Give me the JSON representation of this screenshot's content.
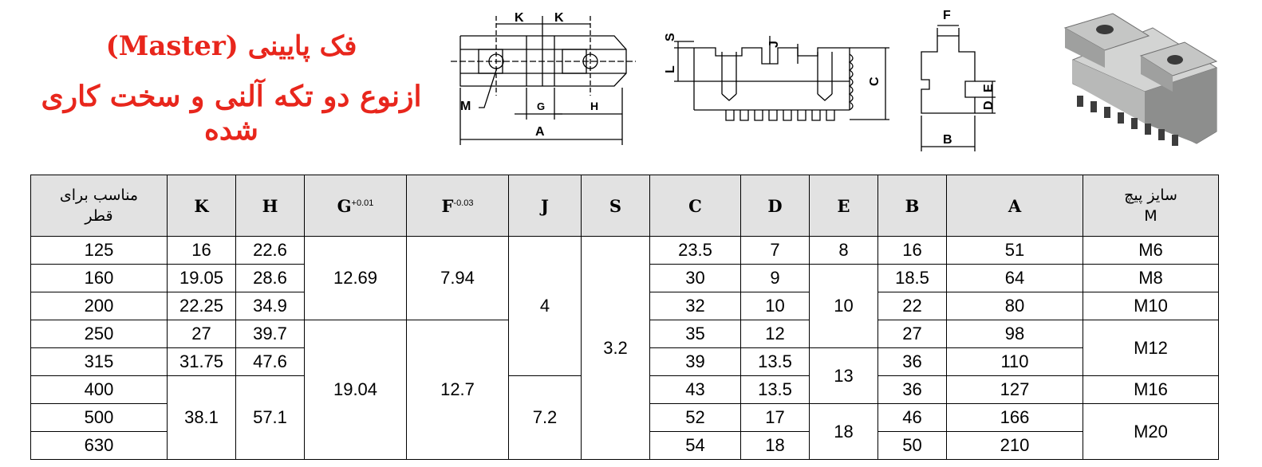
{
  "title": {
    "line1": "فک پایینی (Master)",
    "line2": "ازنوع دو تکه آلنی و سخت کاری شده"
  },
  "drawing_labels": {
    "top_view": [
      "K",
      "K",
      "M",
      "G",
      "H",
      "A"
    ],
    "side_view": [
      "S",
      "J",
      "L",
      "C"
    ],
    "end_view": [
      "F",
      "E",
      "D",
      "B"
    ]
  },
  "table": {
    "headers": {
      "diameter": [
        "مناسب برای",
        "قطر"
      ],
      "K": "K",
      "H": "H",
      "G": "G",
      "G_tol": "+0.01",
      "F": "F",
      "F_tol": "-0.03",
      "J": "J",
      "S": "S",
      "C": "C",
      "D": "D",
      "E": "E",
      "B": "B",
      "A": "A",
      "screw": [
        "سایز پیچ",
        "M"
      ]
    },
    "diameter": [
      "125",
      "160",
      "200",
      "250",
      "315",
      "400",
      "500",
      "630"
    ],
    "K": [
      "16",
      "19.05",
      "22.25",
      "27",
      "31.75",
      "38.1"
    ],
    "H": [
      "22.6",
      "28.6",
      "34.9",
      "39.7",
      "47.6",
      "57.1"
    ],
    "G": [
      "12.69",
      "19.04"
    ],
    "F": [
      "7.94",
      "12.7"
    ],
    "J": [
      "4",
      "7.2"
    ],
    "S": [
      "3.2"
    ],
    "C": [
      "23.5",
      "30",
      "32",
      "35",
      "39",
      "43",
      "52",
      "54"
    ],
    "D": [
      "7",
      "9",
      "10",
      "12",
      "13.5",
      "13.5",
      "17",
      "18"
    ],
    "E": [
      "8",
      "10",
      "13",
      "18"
    ],
    "B": [
      "16",
      "18.5",
      "22",
      "27",
      "36",
      "36",
      "46",
      "50"
    ],
    "A": [
      "51",
      "64",
      "80",
      "98",
      "110",
      "127",
      "166",
      "210"
    ],
    "M": [
      "M6",
      "M8",
      "M10",
      "M12",
      "M16",
      "M20"
    ]
  }
}
